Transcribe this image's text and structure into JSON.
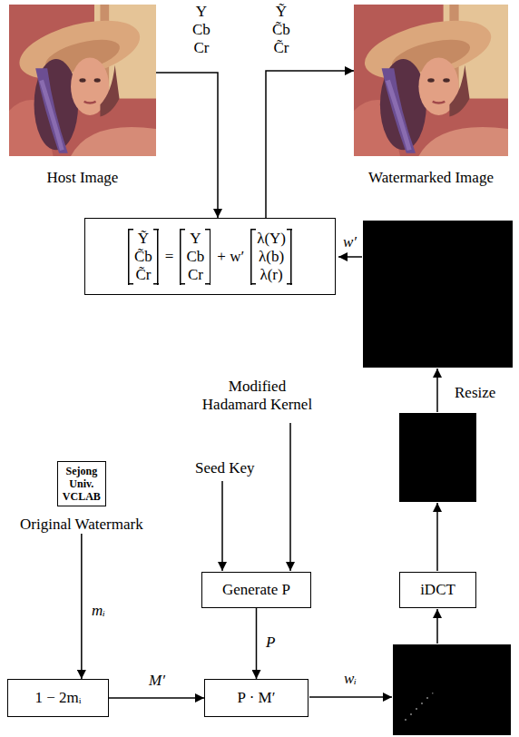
{
  "diagram": {
    "nodes": [
      {
        "text": [
          "Host Image"
        ]
      },
      {
        "text": [
          "Watermarked Image"
        ]
      },
      {
        "text": [
          "Ỹ C̃b C̃r",
          "=",
          "Y Cb Cr",
          "+ w′",
          "λ(Y) λ(b) λ(r)"
        ]
      },
      {
        "text": [
          "Sejong Univ. VCLAB",
          "Original Watermark"
        ]
      },
      {
        "text": [
          "Generate P"
        ]
      },
      {
        "text": [
          "iDCT"
        ]
      },
      {
        "text": [
          "1 − 2mᵢ"
        ]
      },
      {
        "text": [
          "P · M′"
        ]
      }
    ],
    "edges": [
      {
        "from": 0,
        "to": 2,
        "arrow": "to",
        "label": "Y Cb Cr"
      },
      {
        "from": 2,
        "to": 1,
        "arrow": "to",
        "label": "Ỹ C̃b C̃r"
      },
      {
        "from": 3,
        "to": 6,
        "arrow": "to",
        "label": "mᵢ"
      },
      {
        "from": 6,
        "to": 7,
        "arrow": "to",
        "label": "M′"
      },
      {
        "from": 4,
        "to": 7,
        "arrow": "to",
        "label": "P"
      }
    ],
    "labels": [
      "w′",
      "Resize",
      "Modified Hadamard Kernel",
      "Seed Key",
      "wᵢ"
    ]
  }
}
